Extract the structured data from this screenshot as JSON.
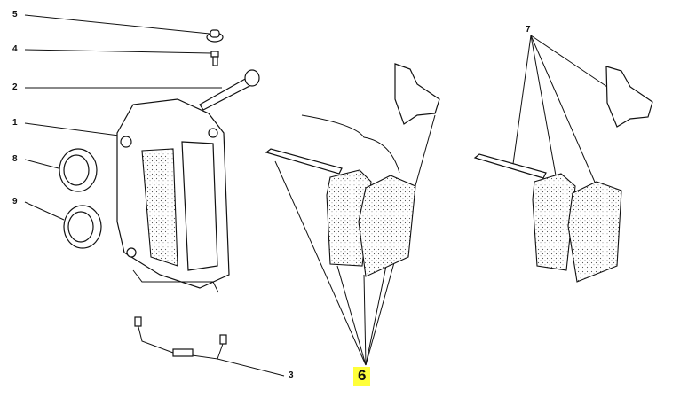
{
  "callouts": {
    "c1": "1",
    "c2": "2",
    "c3": "3",
    "c4": "4",
    "c5": "5",
    "c6": "6",
    "c7": "7",
    "c8": "8",
    "c9": "9"
  },
  "colors": {
    "highlight": "#ffff3a",
    "ink": "#111111"
  }
}
